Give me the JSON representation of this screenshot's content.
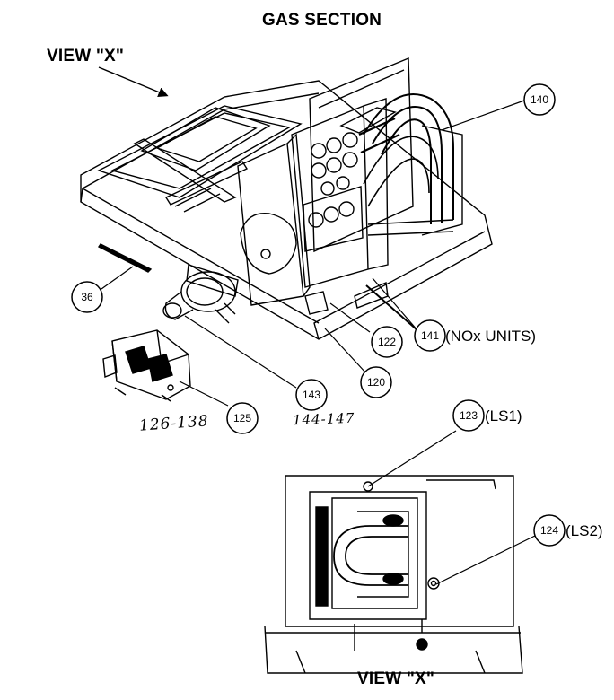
{
  "title": "GAS SECTION",
  "view_top_label": "VIEW \"X\"",
  "view_bottom_label": "VIEW \"X\"",
  "callouts": {
    "c140": "140",
    "c36": "36",
    "c122": "122",
    "c141": "141",
    "c141_note": "(NOx UNITS)",
    "c120": "120",
    "c143": "143",
    "c125": "125",
    "c123": "123",
    "c123_note": "(LS1)",
    "c124": "124",
    "c124_note": "(LS2)"
  },
  "handwritten": {
    "h126": "126-138",
    "h144": "144-147"
  }
}
